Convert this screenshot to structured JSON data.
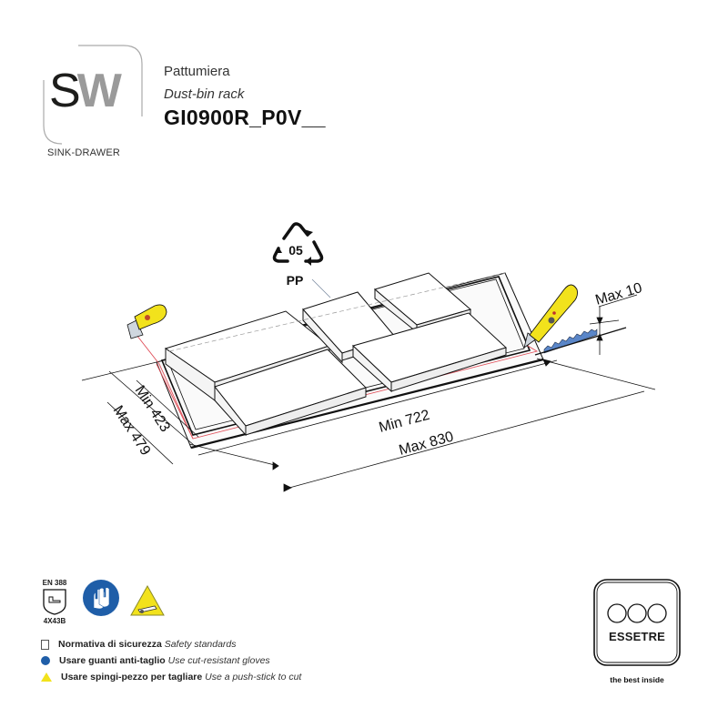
{
  "header": {
    "logo_text_s": "S",
    "logo_text_w": "W",
    "logo_caption": "SINK-DRAWER",
    "title_it": "Pattumiera",
    "title_en": "Dust-bin rack",
    "product_code": "GI0900R_P0V__"
  },
  "drawing": {
    "recycling": {
      "code": "05",
      "material": "PP"
    },
    "dimensions": {
      "depth_min": "Min 423",
      "depth_max": "Max 479",
      "width_min": "Min 722",
      "width_max": "Max 830",
      "thickness_max": "Max 10"
    },
    "colors": {
      "line": "#1a1a1a",
      "cut_line": "#e0505a",
      "cutter_body": "#f2e21c",
      "saw_blade": "#5a86c8"
    }
  },
  "safety": {
    "standard_label": "EN 388",
    "standard_code": "4X43B",
    "icons": [
      "en388-glove-shield-icon",
      "wear-gloves-icon",
      "push-stick-warning-icon"
    ],
    "colors": {
      "mandatory_blue": "#1f5ea8",
      "warning_yellow": "#f2e21c"
    },
    "items": [
      {
        "icon": "standard-icon",
        "it": "Normativa di sicurezza",
        "en": "Safety standards"
      },
      {
        "icon": "info-blue-icon",
        "it": "Usare guanti anti-taglio",
        "en": "Use cut-resistant gloves"
      },
      {
        "icon": "warning-triangle-icon",
        "it": "Usare spingi-pezzo per tagliare",
        "en": "Use a push-stick to cut"
      }
    ]
  },
  "brand": {
    "name": "ESSETRE",
    "tagline": "the best inside"
  }
}
